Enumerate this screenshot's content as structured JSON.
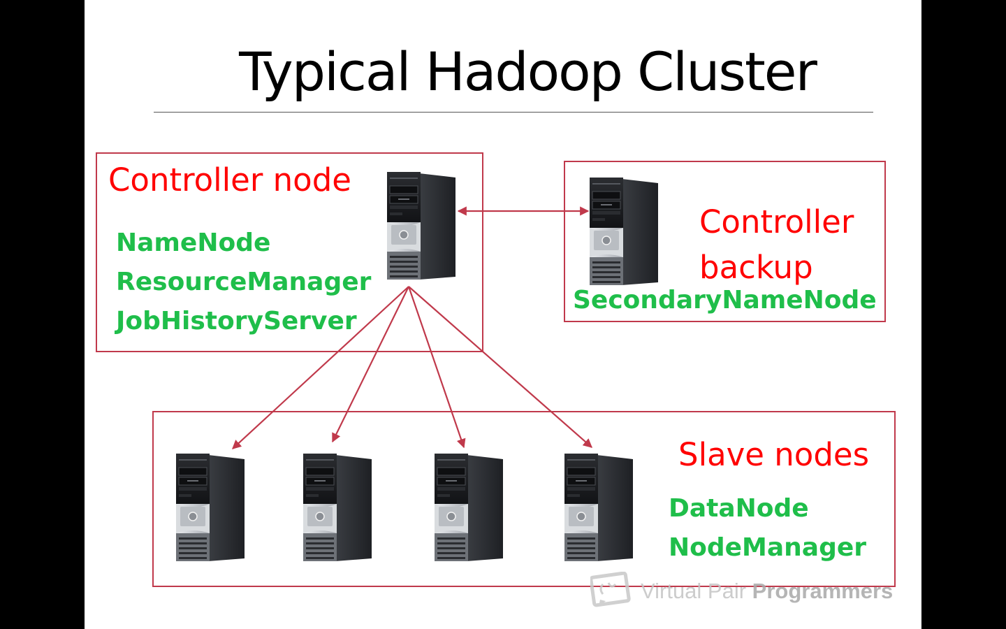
{
  "title": "Typical Hadoop Cluster",
  "controller_node": {
    "heading": "Controller node",
    "services": [
      "NameNode",
      "ResourceManager",
      "JobHistoryServer"
    ]
  },
  "controller_backup": {
    "heading_line1": "Controller",
    "heading_line2": "backup",
    "services": [
      "SecondaryNameNode"
    ]
  },
  "slave_nodes": {
    "heading": "Slave nodes",
    "services": [
      "DataNode",
      "NodeManager"
    ],
    "server_count": 4
  },
  "watermark": {
    "text_light": "Virtual Pair ",
    "text_bold": "Programmers"
  },
  "colors": {
    "box_border": "#c0394b",
    "heading": "#ff0000",
    "service": "#1fbe4a",
    "arrow": "#c0394b"
  },
  "icons": [
    "server-tower-icon",
    "vpp-logo-icon"
  ]
}
